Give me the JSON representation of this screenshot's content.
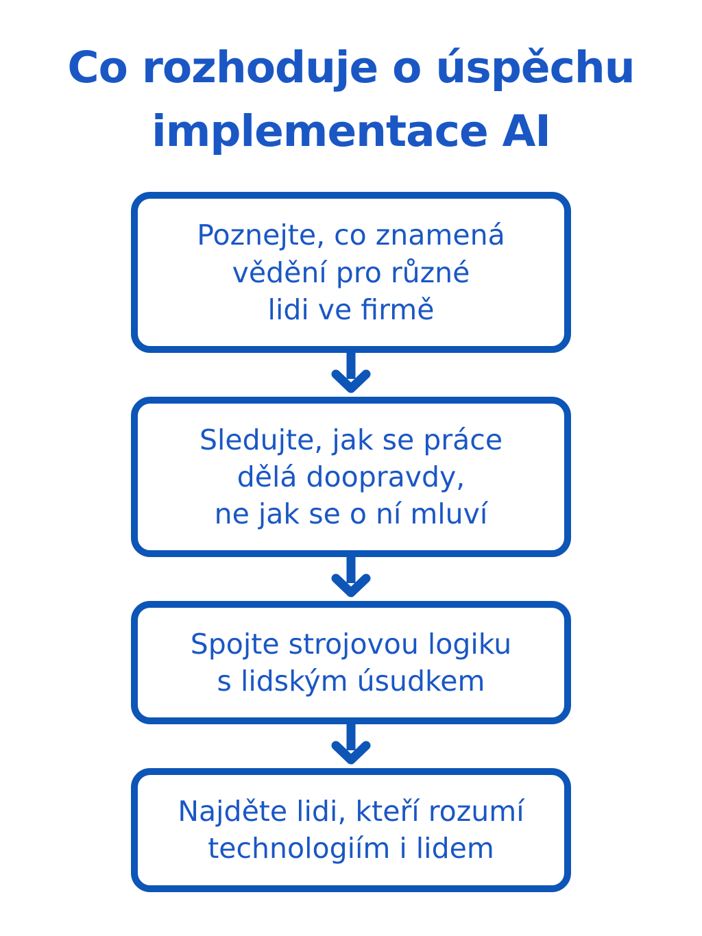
{
  "page": {
    "background": "#ffffff"
  },
  "colors": {
    "accent_text": "#1a57c4",
    "accent_stroke": "#0d55b6"
  },
  "title": {
    "line1": "Co rozhoduje o úspěchu",
    "line2": "implementace AI"
  },
  "flow": {
    "connector": "arrow-down",
    "steps": [
      {
        "lines": [
          "Poznejte, co znamená",
          "vědění pro různé",
          "lidi ve firmě"
        ]
      },
      {
        "lines": [
          "Sledujte, jak se práce",
          "dělá doopravdy,",
          "ne jak se o ní mluví"
        ]
      },
      {
        "lines": [
          "Spojte strojovou logiku",
          "s lidským úsudkem"
        ]
      },
      {
        "lines": [
          "Najděte lidi, kteří rozumí",
          "technologiím i lidem"
        ]
      }
    ]
  }
}
